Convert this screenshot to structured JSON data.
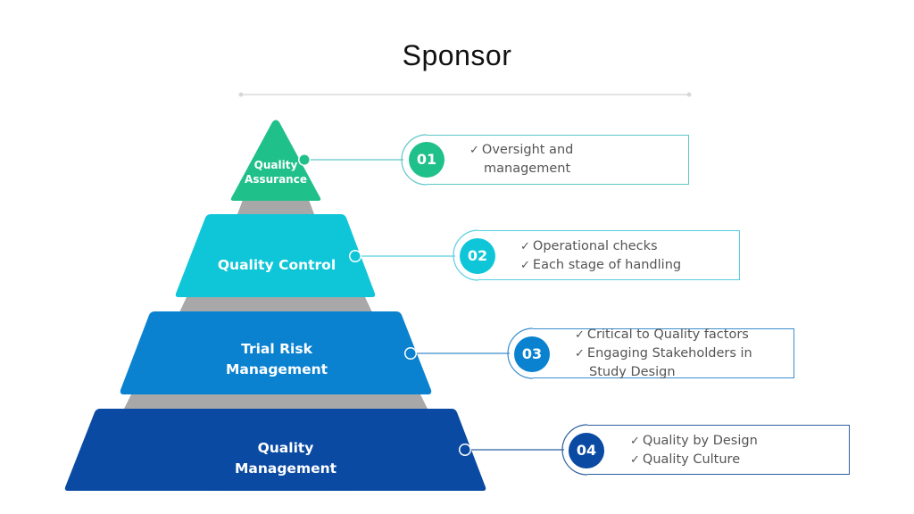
{
  "title": "Sponsor",
  "colors": {
    "tier1": "#20c08a",
    "tier2": "#0fc6d8",
    "tier3": "#0a82d0",
    "tier4": "#0a4aa3",
    "connector_gray": "#a6a6a6"
  },
  "tiers": [
    {
      "number": "01",
      "label_lines": [
        "Quality",
        "Assurance"
      ],
      "bullets": [
        "Oversight and",
        "management"
      ],
      "bullet_checks": [
        true,
        false
      ]
    },
    {
      "number": "02",
      "label_lines": [
        "Quality Control"
      ],
      "bullets": [
        "Operational checks",
        "Each stage of handling"
      ],
      "bullet_checks": [
        true,
        true
      ]
    },
    {
      "number": "03",
      "label_lines": [
        "Trial Risk",
        "Management"
      ],
      "bullets": [
        "Critical to Quality factors",
        "Engaging Stakeholders in",
        "Study Design"
      ],
      "bullet_checks": [
        true,
        true,
        false
      ]
    },
    {
      "number": "04",
      "label_lines": [
        "Quality",
        "Management"
      ],
      "bullets": [
        "Quality by Design",
        "Quality Culture"
      ],
      "bullet_checks": [
        true,
        true
      ]
    }
  ],
  "check_glyph": "✓"
}
